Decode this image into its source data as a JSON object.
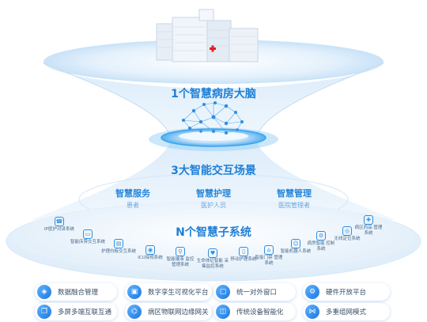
{
  "layers": {
    "top_title": "1个智慧病房大脑",
    "mid_title": "3大智能交互场景",
    "bottom_title": "N个智慧子系统"
  },
  "services": [
    {
      "name": "智慧服务",
      "sub": "患者"
    },
    {
      "name": "智慧护理",
      "sub": "医护人员"
    },
    {
      "name": "智慧管理",
      "sub": "医院管理者"
    }
  ],
  "subsystems": [
    {
      "label": "IP医护对讲系统",
      "icon": "phone-icon"
    },
    {
      "label": "智能床旁交互系统",
      "icon": "bed-icon"
    },
    {
      "label": "护理白板交互系统",
      "icon": "board-icon"
    },
    {
      "label": "ICU探视系统",
      "icon": "visit-icon"
    },
    {
      "label": "智能输液 监控管理系统",
      "icon": "infusion-icon"
    },
    {
      "label": "生命体征智能 采集监控系统",
      "icon": "vital-signs-icon"
    },
    {
      "label": "移动护理系统",
      "icon": "mobile-nursing-icon"
    },
    {
      "label": "智能门禁 管理系统",
      "icon": "door-access-icon"
    },
    {
      "label": "智能机器人系统",
      "icon": "robot-icon"
    },
    {
      "label": "病房智能 控制系统",
      "icon": "room-control-icon"
    },
    {
      "label": "无线定位系统",
      "icon": "location-icon"
    },
    {
      "label": "病区药品 管理系统",
      "icon": "medicine-icon"
    }
  ],
  "features": [
    {
      "label": "数据融合管理",
      "icon": "data-icon"
    },
    {
      "label": "数字孪生可视化平台",
      "icon": "twin-icon"
    },
    {
      "label": "统一对外窗口",
      "icon": "window-icon"
    },
    {
      "label": "硬件开放平台",
      "icon": "hardware-icon"
    },
    {
      "label": "多屏多端互联互通",
      "icon": "screens-icon"
    },
    {
      "label": "病区物联网边缘网关",
      "icon": "gateway-icon"
    },
    {
      "label": "传统设备智能化",
      "icon": "device-icon"
    },
    {
      "label": "多重组网模式",
      "icon": "network-icon"
    }
  ],
  "colors": {
    "title_blue": "#1f7fd6",
    "accent_blue": "#2f8ee0",
    "hospital_cross": "#e02020"
  }
}
